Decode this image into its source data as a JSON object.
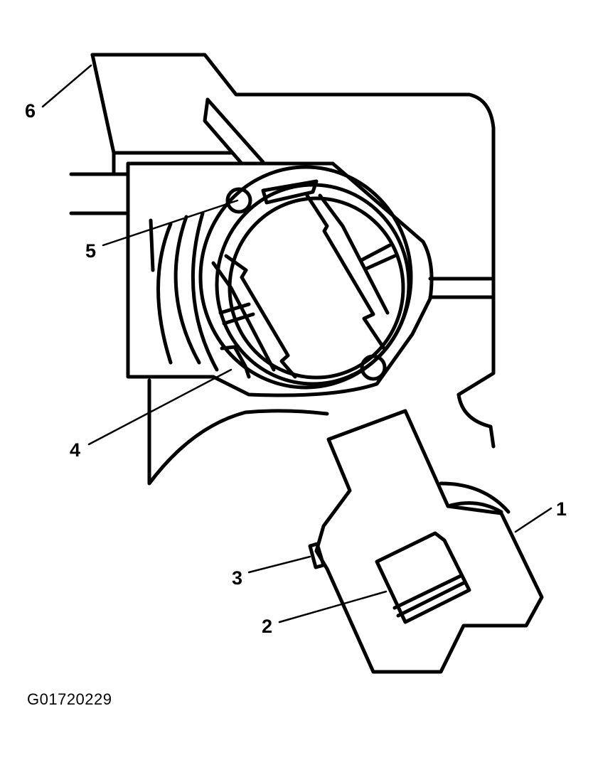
{
  "diagram": {
    "callouts": [
      {
        "id": "1",
        "label": "1"
      },
      {
        "id": "2",
        "label": "2"
      },
      {
        "id": "3",
        "label": "3"
      },
      {
        "id": "4",
        "label": "4"
      },
      {
        "id": "5",
        "label": "5"
      },
      {
        "id": "6",
        "label": "6"
      }
    ],
    "figure_id": "G01720229"
  }
}
